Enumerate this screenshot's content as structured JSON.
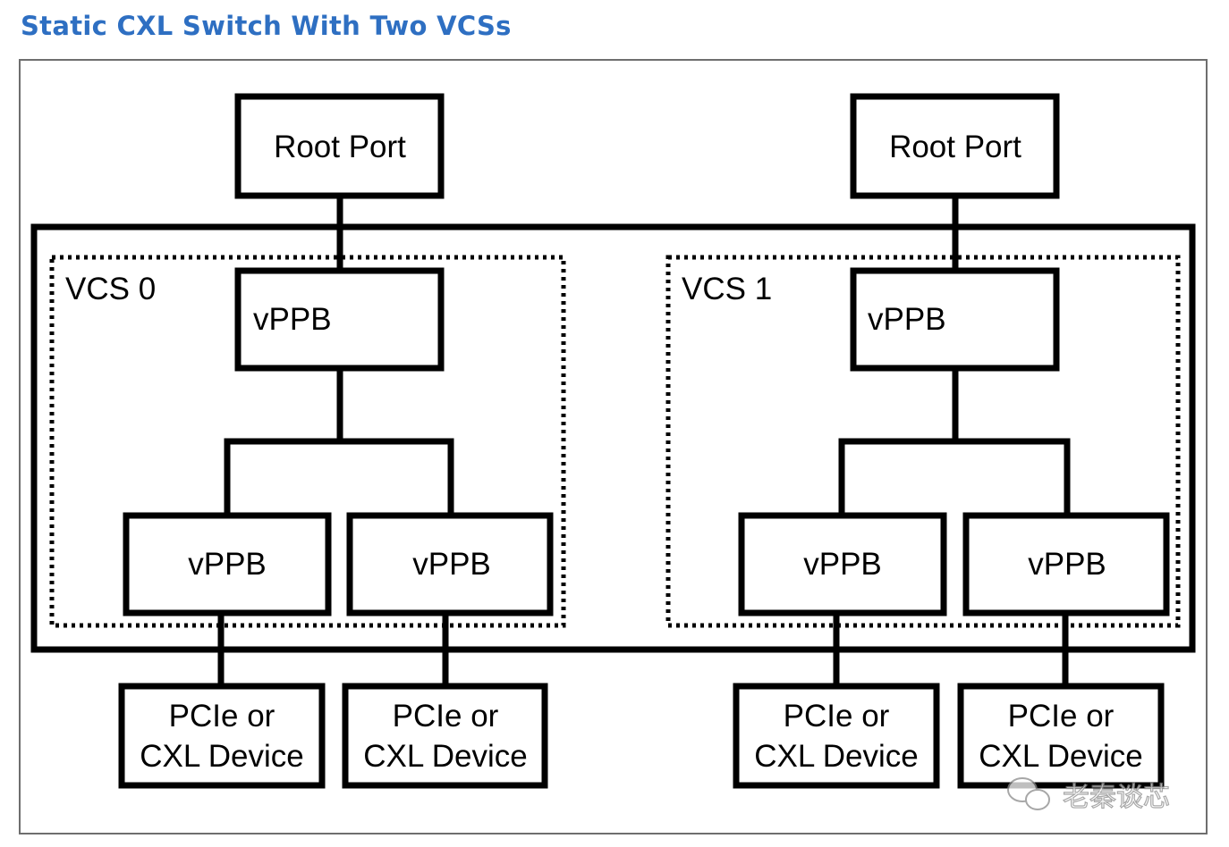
{
  "title": "Static CXL Switch With Two VCSs",
  "diagram": {
    "root_port_label": "Root Port",
    "vcs": [
      {
        "label": "VCS 0",
        "upstream_label": "vPPB",
        "downstream_labels": [
          "vPPB",
          "vPPB"
        ]
      },
      {
        "label": "VCS 1",
        "upstream_label": "vPPB",
        "downstream_labels": [
          "vPPB",
          "vPPB"
        ]
      }
    ],
    "device_label_line1": "PCIe or",
    "device_label_line2": "CXL Device"
  },
  "watermark": "老秦谈芯"
}
